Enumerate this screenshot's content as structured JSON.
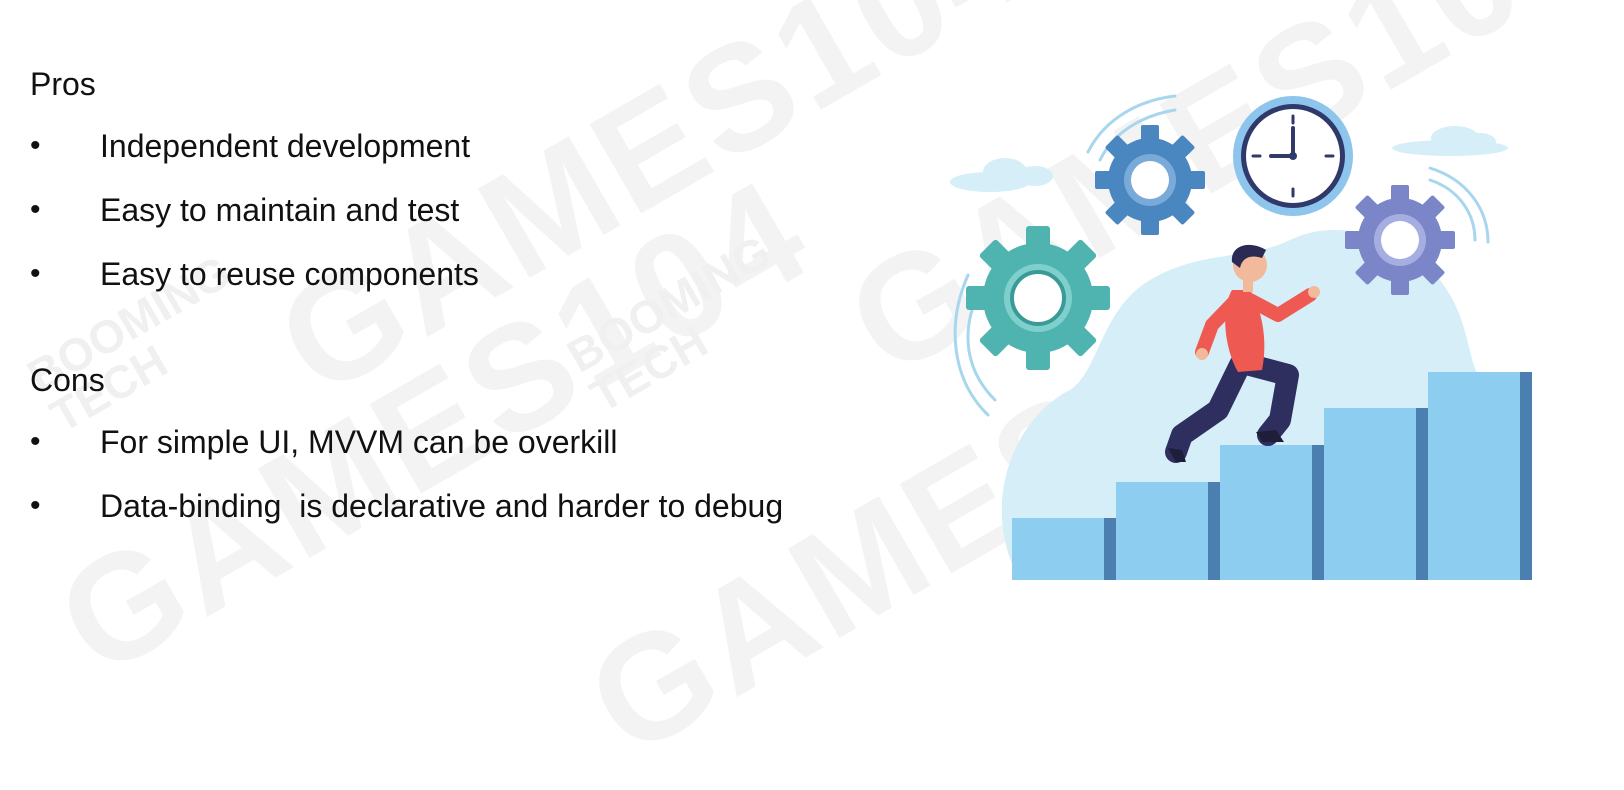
{
  "watermark": {
    "brand": "GAMES104",
    "company_line1": "BOOMING",
    "company_line2": "TECH"
  },
  "pros": {
    "title": "Pros",
    "items": [
      "Independent development",
      "Easy to maintain and test",
      "Easy to reuse components"
    ]
  },
  "cons": {
    "title": "Cons",
    "items": [
      "For simple UI, MVVM can be overkill",
      "Data-binding  is declarative and harder to debug"
    ]
  },
  "bullet_glyph": "•",
  "illustration": {
    "subject": "person-climbing-stairs-with-gears-and-clock",
    "colors": {
      "background_blob": "#d6eef8",
      "stair_face": "#8ccdf0",
      "stair_side": "#4a7fb0",
      "gear_teal": "#4fb3b0",
      "gear_blue": "#4a86c0",
      "gear_purple": "#7a86c8",
      "clock_ring": "#8ec5ec",
      "shirt": "#ee5a52",
      "pants": "#2f2f5f",
      "skin": "#f2b99a",
      "hair": "#2a2a55",
      "cloud": "#d6eef8"
    }
  }
}
